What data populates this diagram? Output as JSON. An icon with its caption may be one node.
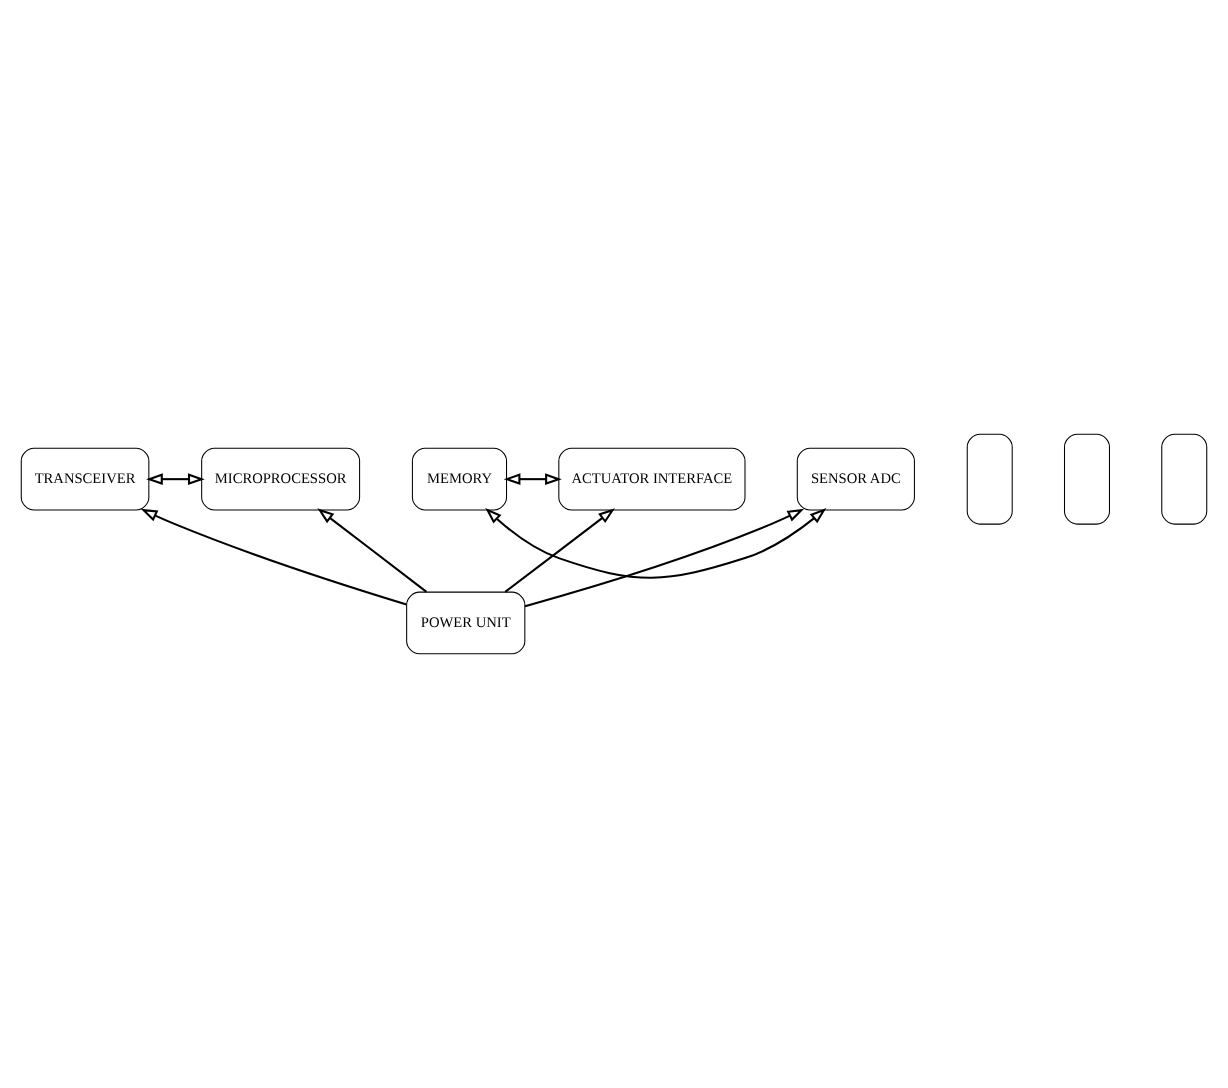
{
  "diagram": {
    "nodes": [
      {
        "text": [
          "TRANSCEIVER"
        ]
      },
      {
        "text": [
          "MICROPROCESSOR"
        ]
      },
      {
        "text": [
          "MEMORY"
        ]
      },
      {
        "text": [],
        "shape": "box"
      },
      {
        "text": [],
        "shape": "box"
      },
      {
        "text": [],
        "shape": "box"
      },
      {
        "text": [
          "SENSOR ADC"
        ]
      },
      {
        "text": [
          "ACTUATOR INTERFACE"
        ]
      },
      {
        "text": [
          "POWER UNIT"
        ]
      }
    ],
    "edges": [
      {
        "from": 0,
        "to": 1,
        "arrow": "both"
      },
      {
        "from": 2,
        "to": 6,
        "arrow": "both"
      },
      {
        "from": 2,
        "to": 7,
        "arrow": "both"
      },
      {
        "from": 8,
        "to": 0,
        "arrow": "to"
      },
      {
        "from": 8,
        "to": 1,
        "arrow": "to"
      },
      {
        "from": 8,
        "to": 6,
        "arrow": "to"
      },
      {
        "from": 8,
        "to": 7,
        "arrow": "to"
      }
    ]
  }
}
